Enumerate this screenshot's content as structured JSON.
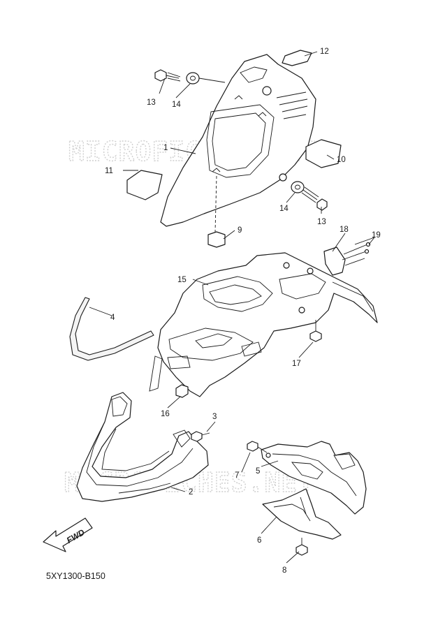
{
  "diagram": {
    "watermark": "MICROFICHES.NET",
    "diagram_code": "5XY1300-B150",
    "fwd_label": "FWD",
    "callouts": {
      "c1": "1",
      "c2": "2",
      "c3": "3",
      "c4": "4",
      "c5": "5",
      "c6": "6",
      "c7": "7",
      "c8": "8",
      "c9": "9",
      "c10": "10",
      "c11": "11",
      "c12": "12",
      "c13a": "13",
      "c13b": "13",
      "c14a": "14",
      "c14b": "14",
      "c15": "15",
      "c16": "16",
      "c17": "17",
      "c18": "18",
      "c19": "19"
    }
  }
}
